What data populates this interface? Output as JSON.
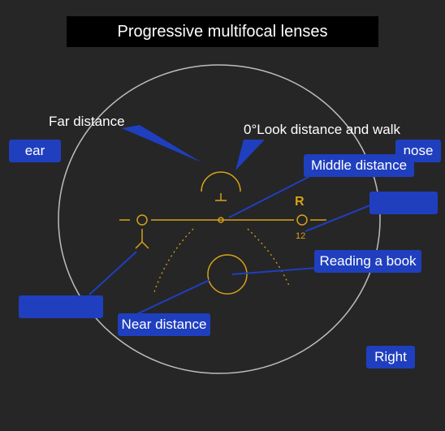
{
  "title": "Progressive multifocal lenses",
  "labels": {
    "far_distance": "Far distance",
    "look_distance": "0°Look distance and walk",
    "middle_distance": "Middle distance",
    "reading": "Reading a book",
    "near_distance": "Near distance",
    "ear": "ear",
    "nose": "nose",
    "right": "Right",
    "lens_side": "R",
    "lens_number": "12"
  },
  "colors": {
    "background": "#262626",
    "marker_box": "#1f3fbf",
    "lens_markings": "#d7a21a",
    "text": "#ffffff"
  }
}
